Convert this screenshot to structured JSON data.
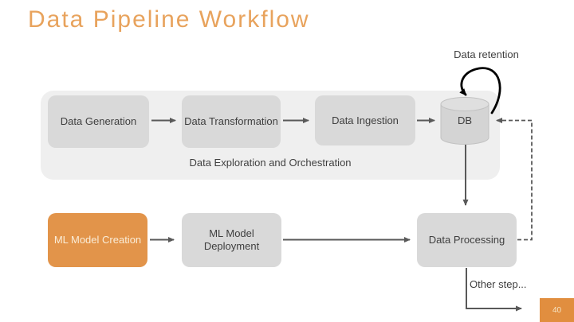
{
  "slide": {
    "title": "Data Pipeline Workflow",
    "page_number": "40"
  },
  "annotations": {
    "data_retention": "Data retention",
    "other_step": "Other step..."
  },
  "diagram": {
    "exploration_label": "Data Exploration and Orchestration",
    "nodes": [
      {
        "id": "data-generation",
        "label": "Data Generation",
        "type": "box",
        "highlighted": false
      },
      {
        "id": "data-transformation",
        "label": "Data Transformation",
        "type": "box",
        "highlighted": false
      },
      {
        "id": "data-ingestion",
        "label": "Data Ingestion",
        "type": "box",
        "highlighted": false
      },
      {
        "id": "db",
        "label": "DB",
        "type": "database",
        "highlighted": false
      },
      {
        "id": "ml-model-creation",
        "label": "ML Model Creation",
        "type": "box",
        "highlighted": true
      },
      {
        "id": "ml-model-deployment",
        "label": "ML Model Deployment",
        "type": "box",
        "highlighted": false
      },
      {
        "id": "data-processing",
        "label": "Data Processing",
        "type": "box",
        "highlighted": false
      }
    ],
    "edges": [
      {
        "from": "Data Generation",
        "to": "Data Transformation",
        "style": "solid"
      },
      {
        "from": "Data Transformation",
        "to": "Data Ingestion",
        "style": "solid"
      },
      {
        "from": "Data Ingestion",
        "to": "DB",
        "style": "solid"
      },
      {
        "from": "DB",
        "to": "DB",
        "style": "self-loop",
        "label": "Data retention"
      },
      {
        "from": "DB",
        "to": "Data Processing",
        "style": "solid"
      },
      {
        "from": "ML Model Creation",
        "to": "ML Model Deployment",
        "style": "solid"
      },
      {
        "from": "ML Model Deployment",
        "to": "Data Processing",
        "style": "solid"
      },
      {
        "from": "Data Processing",
        "to": "DB",
        "style": "dashed"
      },
      {
        "from": "Data Processing",
        "to": "Other step...",
        "style": "solid"
      }
    ]
  },
  "colors": {
    "title_orange": "#E8A35D",
    "accent_orange": "#E2944A",
    "page_number_bg": "#E18E3F",
    "box_gray": "#D9D9D9",
    "container_gray": "#EFEFEF",
    "arrow_gray": "#595959",
    "loop_black": "#000000",
    "text_dark": "#3F3F3F"
  }
}
